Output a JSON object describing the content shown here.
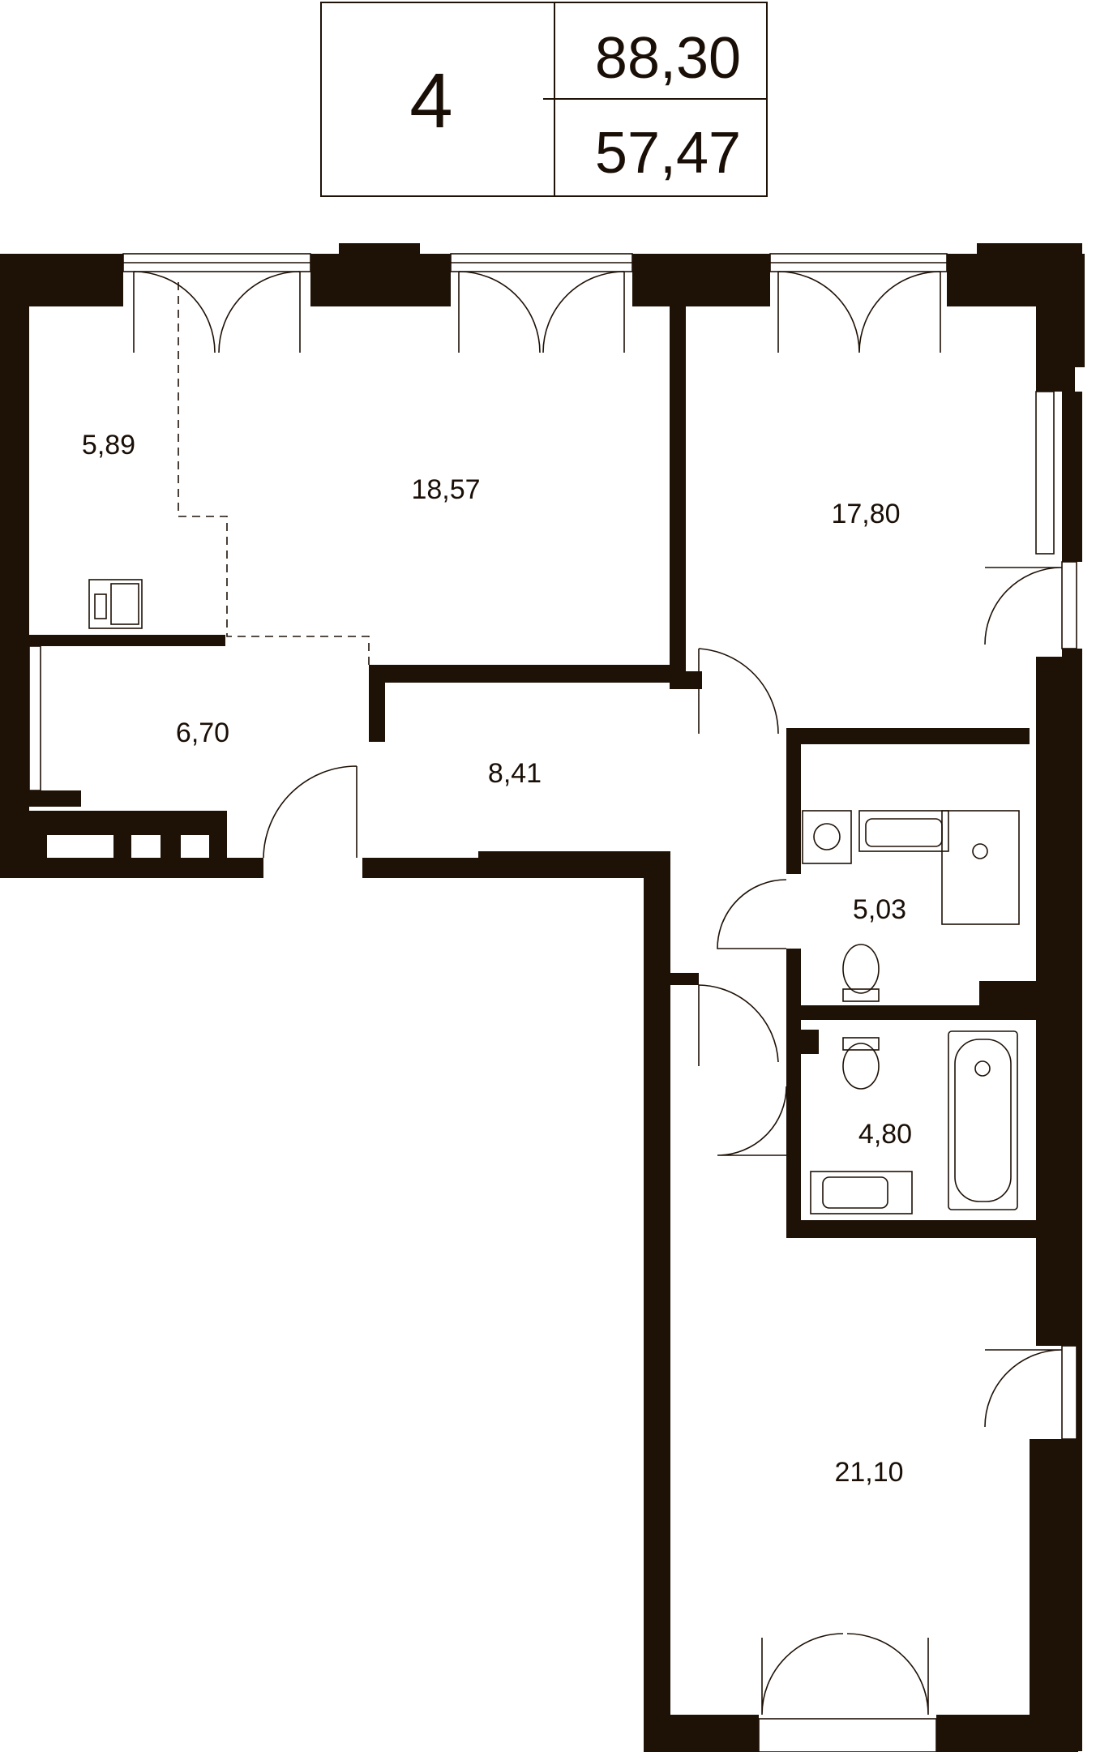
{
  "header": {
    "rooms_count": "4",
    "total_area": "88,30",
    "living_area": "57,47"
  },
  "rooms": [
    {
      "id": "kitchen",
      "area": "5,89"
    },
    {
      "id": "living",
      "area": "18,57"
    },
    {
      "id": "bedroom-1",
      "area": "17,80"
    },
    {
      "id": "hall",
      "area": "6,70"
    },
    {
      "id": "corridor",
      "area": "8,41"
    },
    {
      "id": "bathroom-1",
      "area": "5,03"
    },
    {
      "id": "bathroom-2",
      "area": "4,80"
    },
    {
      "id": "bedroom-2",
      "area": "21,10"
    }
  ],
  "colors": {
    "wall": "#1e1106",
    "background": "#ffffff"
  }
}
